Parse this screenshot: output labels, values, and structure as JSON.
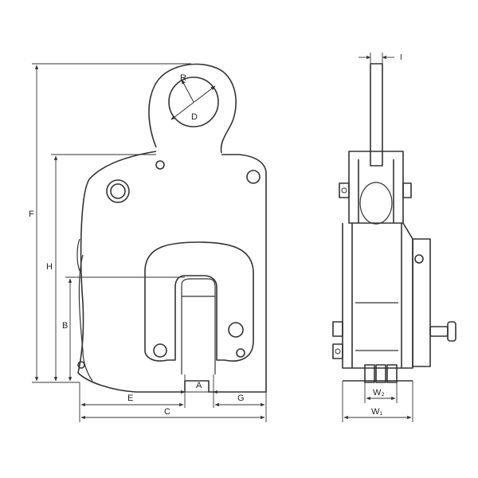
{
  "dimensions": {
    "R": "R",
    "D": "D",
    "F": "F",
    "H": "H",
    "B": "B",
    "A": "A",
    "E": "E",
    "G": "G",
    "C": "C",
    "T": "I",
    "W2": "W₂",
    "W1": "W₁"
  },
  "colors": {
    "line": "#333333",
    "fill": "#ffffff"
  }
}
